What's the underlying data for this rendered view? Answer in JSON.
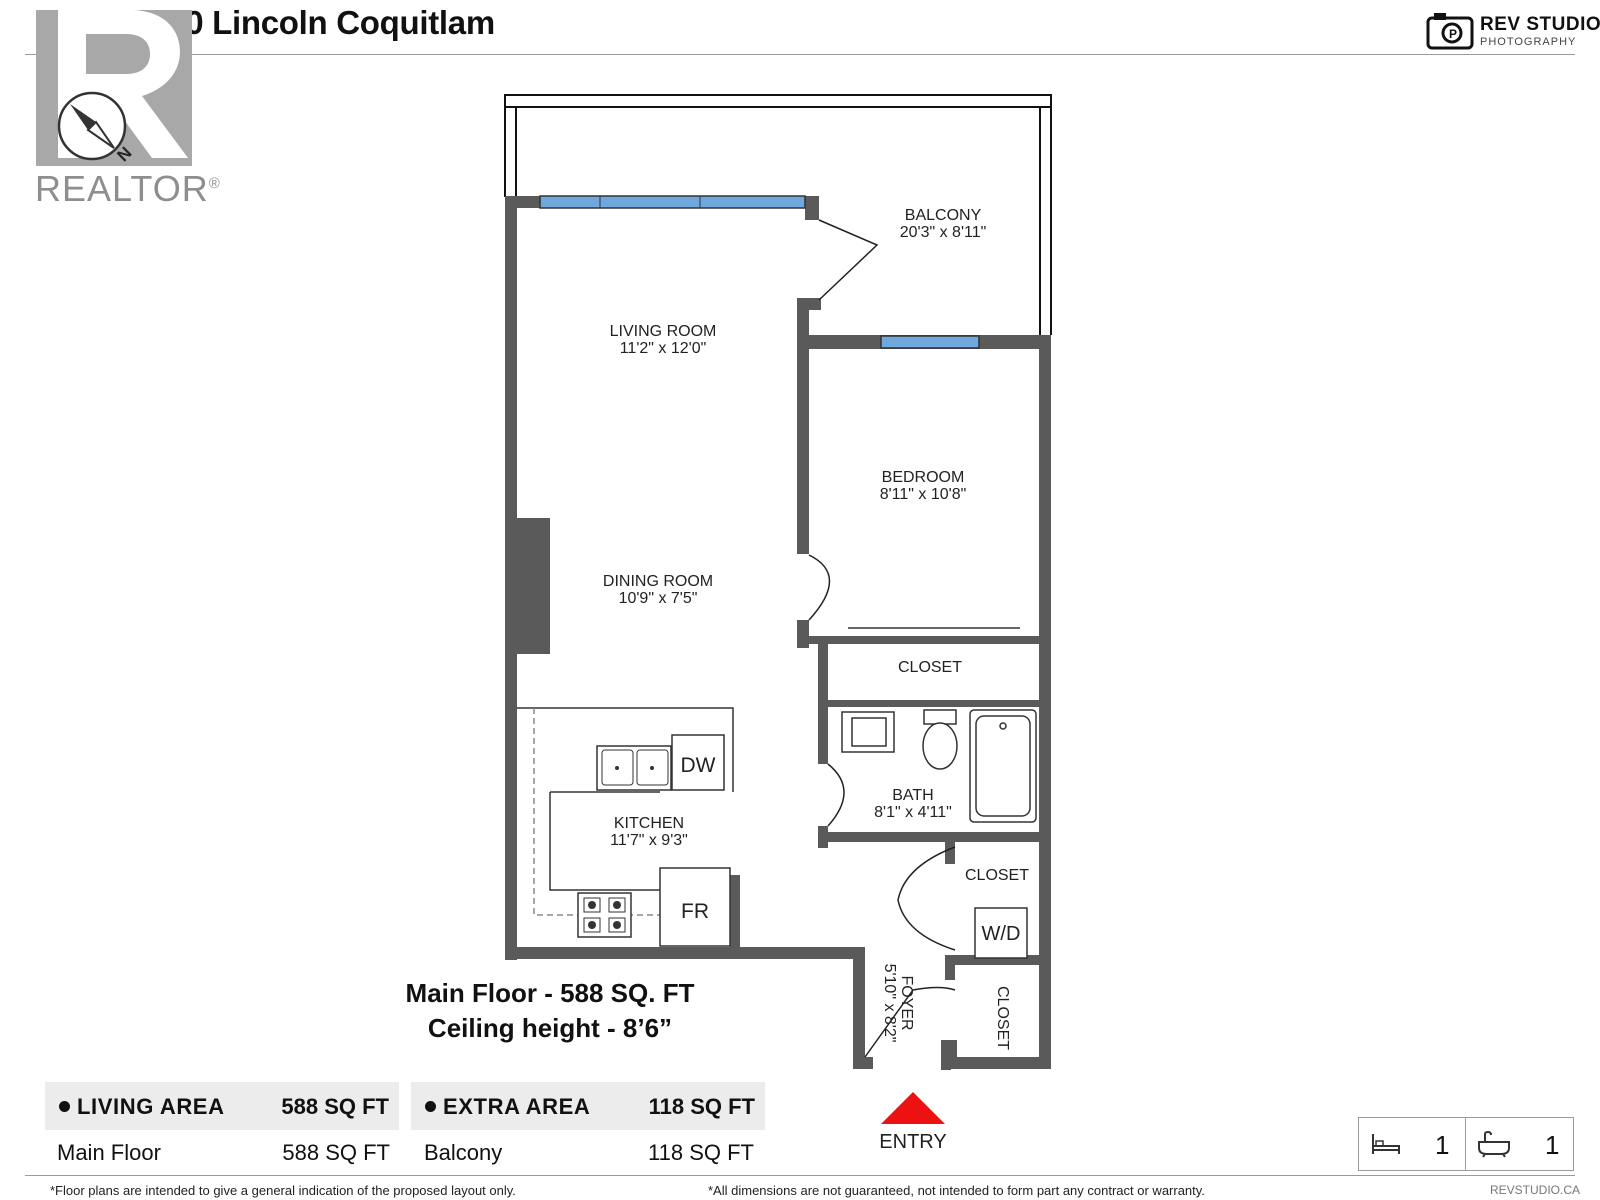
{
  "header": {
    "title": "1906 3080 Lincoln Coquitlam",
    "brand_name": "REV STUDIO",
    "brand_sub": "PHOTOGRAPHY"
  },
  "realtor": {
    "wordmark": "REALTOR",
    "registered": "®",
    "compass_label": "N"
  },
  "plan": {
    "rooms": [
      {
        "name": "BALCONY",
        "dims": "20'3\" x 8'11\""
      },
      {
        "name": "LIVING ROOM",
        "dims": "11'2\" x 12'0\""
      },
      {
        "name": "BEDROOM",
        "dims": "8'11\" x 10'8\""
      },
      {
        "name": "DINING ROOM",
        "dims": "10'9\" x 7'5\""
      },
      {
        "name": "CLOSET",
        "dims": ""
      },
      {
        "name": "BATH",
        "dims": "8'1\" x 4'11\""
      },
      {
        "name": "KITCHEN",
        "dims": "11'7\" x 9'3\""
      },
      {
        "name": "CLOSET",
        "dims": ""
      },
      {
        "name": "FOYER",
        "dims": "5'10\" x 8'2\""
      },
      {
        "name": "CLOSET",
        "dims": ""
      }
    ],
    "fixtures": {
      "dw": "DW",
      "fr": "FR",
      "wd": "W/D"
    },
    "entry": "ENTRY"
  },
  "floor": {
    "line1": "Main Floor - 588 SQ. FT",
    "line2": "Ceiling height - 8’6”"
  },
  "areas": {
    "living": {
      "label": "LIVING AREA",
      "total": "588 SQ FT",
      "rows": [
        {
          "name": "Main Floor",
          "value": "588 SQ FT"
        }
      ]
    },
    "extra": {
      "label": "EXTRA AREA",
      "total": "118 SQ FT",
      "rows": [
        {
          "name": "Balcony",
          "value": "118 SQ FT"
        }
      ]
    }
  },
  "stats": {
    "beds": "1",
    "baths": "1",
    "bed_icon": "bed-icon",
    "bath_icon": "bathtub-icon"
  },
  "footer": {
    "left": "*Floor plans are intended to give a general indication of the proposed layout only.",
    "center": "*All dimensions are not guaranteed, not intended to form part any contract or warranty.",
    "right": "REVSTUDIO.CA"
  }
}
